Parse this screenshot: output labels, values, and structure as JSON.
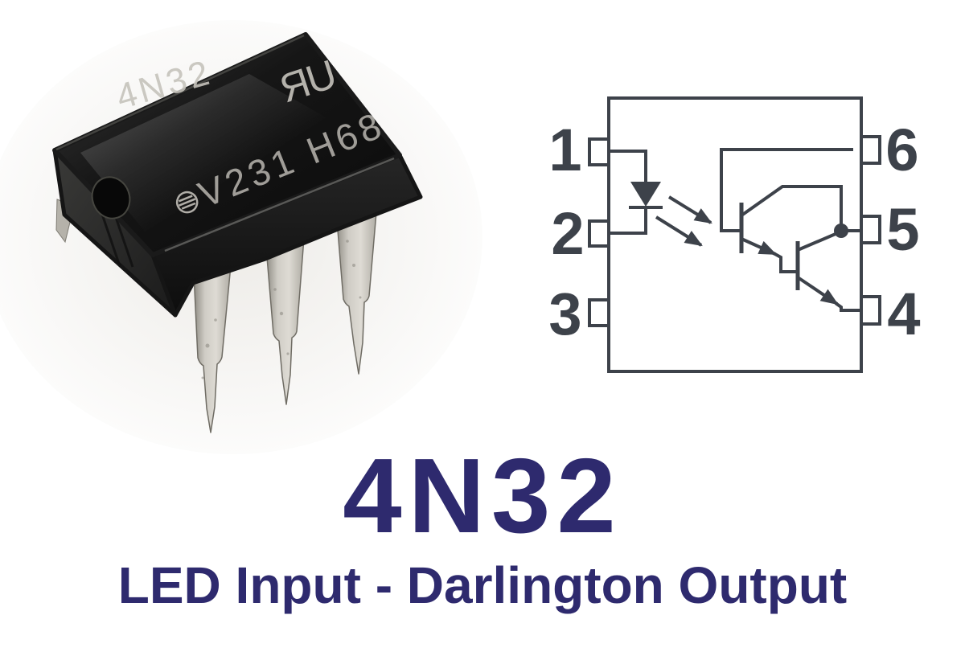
{
  "product": {
    "part_number": "4N32",
    "description": "LED Input - Darlington Output",
    "accent_color": "#2e2a6e"
  },
  "chip_photo": {
    "markings": {
      "part_number": "4N32",
      "ul_mark": "ЯU",
      "date_code": "V231 H68"
    }
  },
  "schematic": {
    "stroke_color": "#3d424a",
    "pins": {
      "left": [
        "1",
        "2",
        "3"
      ],
      "right": [
        "6",
        "5",
        "4"
      ]
    }
  }
}
